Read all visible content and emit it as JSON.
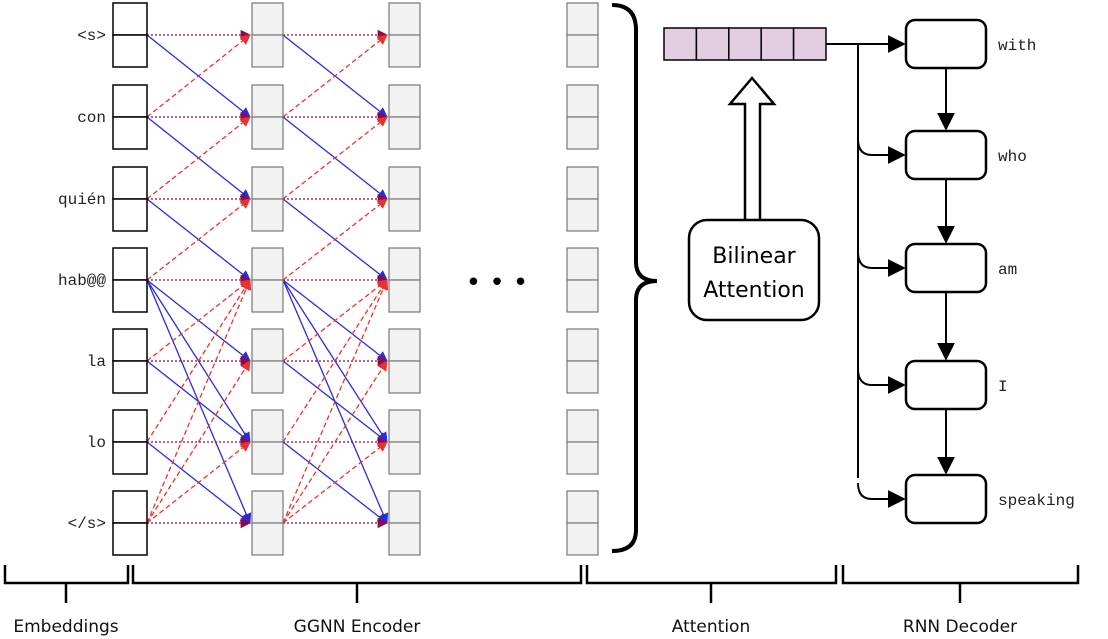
{
  "tokens": [
    "<s>",
    "con",
    "quién",
    "hab@@",
    "la",
    "lo",
    "</s>"
  ],
  "decoder_outputs": [
    "with",
    "who",
    "am",
    "I",
    "speaking"
  ],
  "ellipsis": "• • •",
  "attention_block": {
    "line1": "Bilinear",
    "line2": "Attention"
  },
  "sections": [
    "Embeddings",
    "GGNN Encoder",
    "Attention",
    "RNN Decoder"
  ],
  "attention_vector_cells": 5,
  "colors": {
    "self_edge": "#8b0a4a",
    "forward_edge": "#2b2bdc",
    "backward_edge": "#e8322f",
    "attention_cell": "#e3cde0",
    "encoder_cell": "#f2f2f2"
  }
}
